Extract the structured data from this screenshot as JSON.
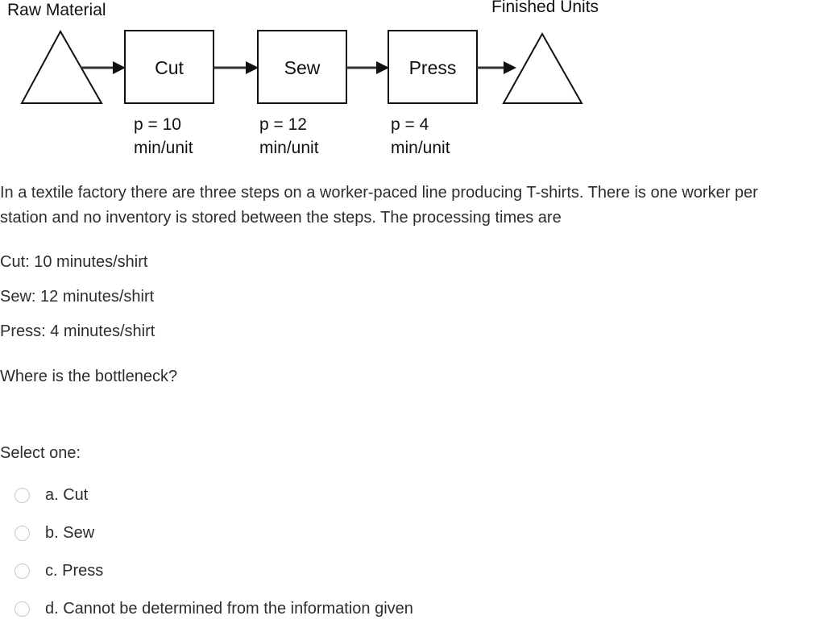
{
  "diagram": {
    "input_label": "Raw Material",
    "output_label": "Finished Units",
    "steps": [
      {
        "name": "Cut",
        "processing_time": "p = 10\nmin/unit"
      },
      {
        "name": "Sew",
        "processing_time": "p = 12\nmin/unit"
      },
      {
        "name": "Press",
        "processing_time": "p = 4\nmin/unit"
      }
    ],
    "stroke_color": "#111111"
  },
  "question": {
    "intro": "In a textile factory there are three steps on a worker-paced line producing T-shirts. There is one worker per station and no inventory is stored between the steps. The processing times are",
    "processing_times": [
      "Cut: 10 minutes/shirt",
      "Sew: 12 minutes/shirt",
      "Press: 4 minutes/shirt"
    ],
    "prompt": "Where is the bottleneck?"
  },
  "answers": {
    "instruction": "Select one:",
    "options": [
      {
        "label": "a. Cut",
        "selected": false
      },
      {
        "label": "b. Sew",
        "selected": false
      },
      {
        "label": "c. Press",
        "selected": false
      },
      {
        "label": "d. Cannot be determined from the information given",
        "selected": false
      }
    ]
  },
  "chart_data": {
    "type": "diagram",
    "title": "Worker-paced line process flow",
    "nodes": [
      {
        "id": "raw",
        "type": "triangle",
        "label": "Raw Material"
      },
      {
        "id": "cut",
        "type": "box",
        "label": "Cut",
        "p": 10,
        "unit": "min/unit"
      },
      {
        "id": "sew",
        "type": "box",
        "label": "Sew",
        "p": 12,
        "unit": "min/unit"
      },
      {
        "id": "press",
        "type": "box",
        "label": "Press",
        "p": 4,
        "unit": "min/unit"
      },
      {
        "id": "fin",
        "type": "triangle",
        "label": "Finished Units"
      }
    ],
    "edges": [
      {
        "from": "raw",
        "to": "cut"
      },
      {
        "from": "cut",
        "to": "sew"
      },
      {
        "from": "sew",
        "to": "press"
      },
      {
        "from": "press",
        "to": "fin"
      }
    ]
  }
}
